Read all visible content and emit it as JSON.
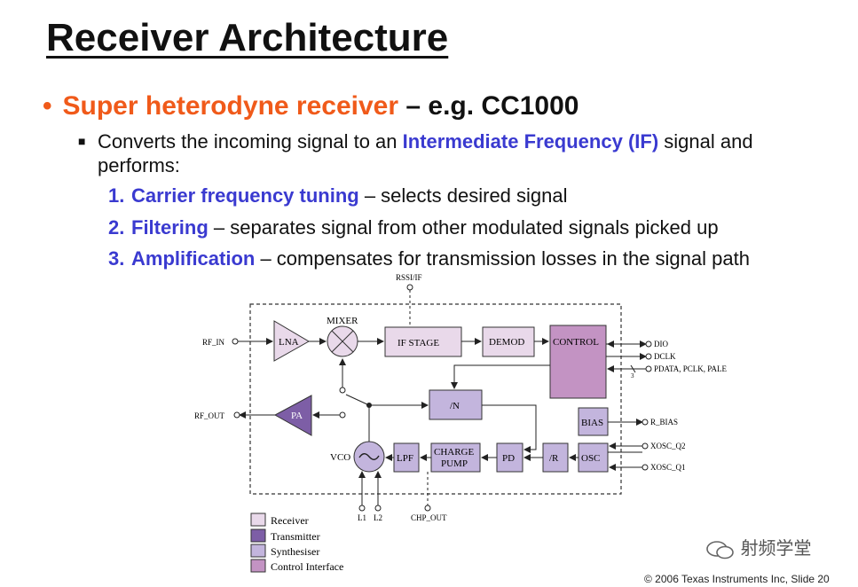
{
  "title": "Receiver Architecture",
  "bullet": {
    "highlight": "Super heterodyne receiver",
    "rest": " – e.g. CC1000"
  },
  "sub_bullet": {
    "prefix": "Converts the incoming signal to an ",
    "highlight": "Intermediate Frequency (IF)",
    "suffix": " signal and performs:"
  },
  "items": [
    {
      "num": "1.",
      "head": "Carrier frequency tuning",
      "rest": " – selects desired signal"
    },
    {
      "num": "2.",
      "head": "Filtering",
      "rest": " – separates signal from other modulated signals picked up"
    },
    {
      "num": "3.",
      "head": "Amplification",
      "rest": " – compensates for transmission losses in the signal path"
    }
  ],
  "diagram": {
    "blocks": {
      "lna": "LNA",
      "mixer": "MIXER",
      "if_stage": "IF STAGE",
      "demod": "DEMOD",
      "control": "CONTROL",
      "pa": "PA",
      "div_n": "/N",
      "bias": "BIAS",
      "vco": "VCO",
      "lpf": "LPF",
      "charge_pump_1": "CHARGE",
      "charge_pump_2": "PUMP",
      "pd": "PD",
      "div_r": "/R",
      "osc": "OSC"
    },
    "pins": {
      "rssi": "RSSI/IF",
      "rf_in": "RF_IN",
      "rf_out": "RF_OUT",
      "dio": "DIO",
      "dclk": "DCLK",
      "pdata": "PDATA, PCLK, PALE",
      "bus3": "3",
      "r_bias": "R_BIAS",
      "xosc_q2": "XOSC_Q2",
      "xosc_q1": "XOSC_Q1",
      "l1": "L1",
      "l2": "L2",
      "chp_out": "CHP_OUT"
    },
    "legend": [
      "Receiver",
      "Transmitter",
      "Synthesiser",
      "Control Interface"
    ],
    "colors": {
      "receiver": "#e9d9ea",
      "transmitter": "#7d5ea6",
      "synthesiser": "#c3b5dd",
      "control": "#c393c3"
    }
  },
  "watermark": "射频学堂",
  "footer": "© 2006 Texas Instruments Inc, Slide 20"
}
